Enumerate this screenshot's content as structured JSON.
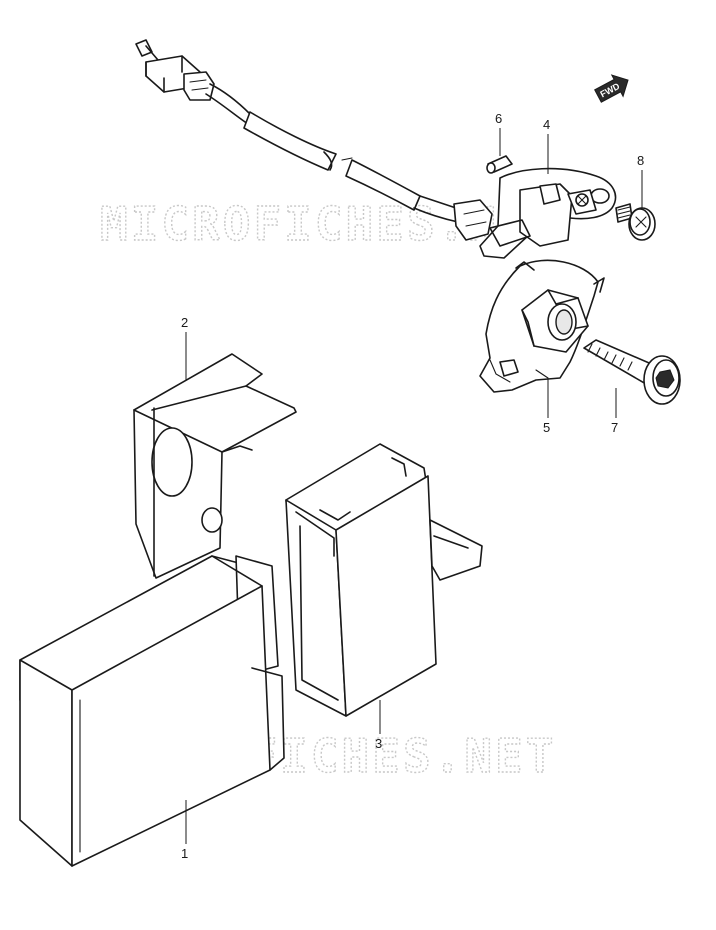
{
  "watermark": {
    "top": "MICROFICHES.NET",
    "bottom": "MICROFICHES.NET"
  },
  "direction_badge": "FWD",
  "callouts": [
    {
      "id": "1",
      "label": "1"
    },
    {
      "id": "2",
      "label": "2"
    },
    {
      "id": "3",
      "label": "3"
    },
    {
      "id": "4",
      "label": "4"
    },
    {
      "id": "5",
      "label": "5"
    },
    {
      "id": "6",
      "label": "6"
    },
    {
      "id": "7",
      "label": "7"
    },
    {
      "id": "8",
      "label": "8"
    }
  ]
}
